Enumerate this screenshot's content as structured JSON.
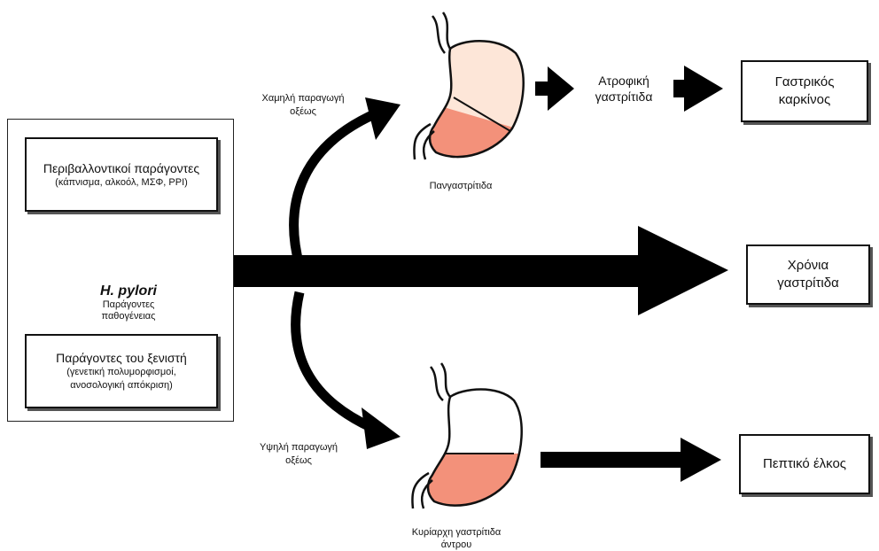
{
  "left_panel": {
    "environment": {
      "title": "Περιβαλλοντικοί παράγοντες",
      "detail": "(κάπνισμα, αλκοόλ, ΜΣΦ, PPI)"
    },
    "pathogen": {
      "name": "H. pylori",
      "sub1": "Παράγοντες",
      "sub2": "παθογένειας"
    },
    "host": {
      "title": "Παράγοντες του ξενιστή",
      "detail1": "(γενετική πολυμορφισμοί,",
      "detail2": "ανοσολογική απόκριση)"
    }
  },
  "paths": {
    "low_acid": {
      "line1": "Χαμηλή παραγωγή",
      "line2": "οξέως"
    },
    "high_acid": {
      "line1": "Υψηλή παραγωγή",
      "line2": "οξέως"
    }
  },
  "stomachs": {
    "top_caption": "Πανγαστρίτιδα",
    "bottom_caption_line1": "Κυρίαρχη γαστρίτιδα",
    "bottom_caption_line2": "άντρου"
  },
  "intermediate": {
    "line1": "Ατροφική",
    "line2": "γαστρίτιδα"
  },
  "outcomes": {
    "cancer": {
      "line1": "Γαστρικός",
      "line2": "καρκίνος"
    },
    "chronic": {
      "line1": "Χρόνια",
      "line2": "γαστρίτιδα"
    },
    "ulcer": {
      "line1": "Πεπτικό έλκος"
    }
  },
  "colors": {
    "arrow": "#000000",
    "bacterium": "#3fe6ee",
    "stomach_upper_light": "#fde6d8",
    "stomach_lower": "#f3917a",
    "stomach_outline": "#111111"
  },
  "icons": {
    "bacterium": "h-pylori-bacterium-icon",
    "stomach": "stomach-icon"
  }
}
